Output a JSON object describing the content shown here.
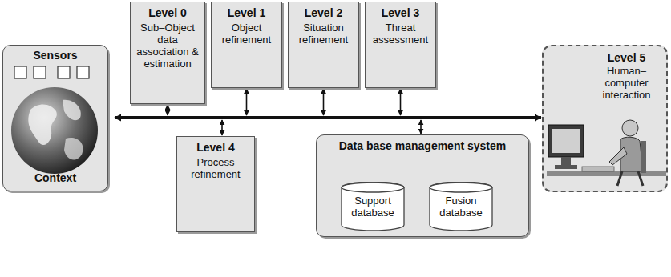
{
  "diagram": {
    "nodes": [
      {
        "text": [
          "Sensors",
          "Context"
        ]
      },
      {
        "text": [
          "Level 0",
          "Sub–Object data association & estimation"
        ]
      },
      {
        "text": [
          "Level 1",
          "Object refinement"
        ]
      },
      {
        "text": [
          "Level 2",
          "Situation refinement"
        ]
      },
      {
        "text": [
          "Level 3",
          "Threat assessment"
        ]
      },
      {
        "text": [
          "Level 5",
          "Human–computer interaction"
        ]
      },
      {
        "text": [
          "Level 4",
          "Process refinement"
        ]
      },
      {
        "text": [
          "Data base management system"
        ]
      },
      {
        "text": [
          "Support database"
        ],
        "in": 7
      },
      {
        "text": [
          "Fusion database"
        ],
        "in": 7
      }
    ],
    "edges": [
      {
        "from": 0,
        "to": 5,
        "arrow": "both"
      }
    ]
  }
}
